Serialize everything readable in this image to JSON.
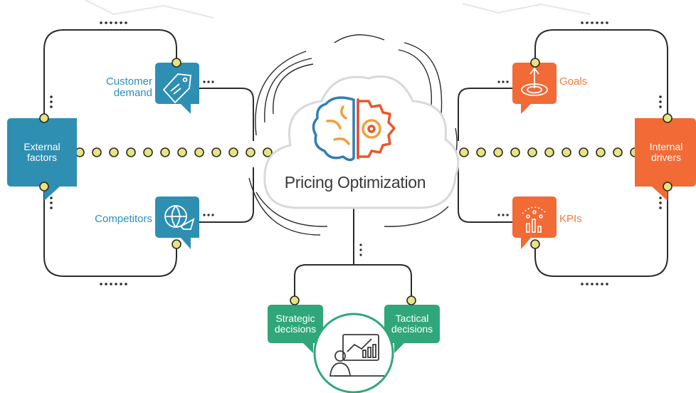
{
  "center": {
    "title": "Pricing Optimization",
    "icon": "brain-gear-icon"
  },
  "left_hub": {
    "label_line1": "External",
    "label_line2": "factors",
    "color": "#2e8fb3"
  },
  "right_hub": {
    "label_line1": "Internal",
    "label_line2": "drivers",
    "color": "#f26a35"
  },
  "left_items": [
    {
      "label_line1": "Customer",
      "label_line2": "demand",
      "icon": "price-tag-icon"
    },
    {
      "label_line1": "Competitors",
      "label_line2": "",
      "icon": "globe-plane-icon"
    }
  ],
  "right_items": [
    {
      "label_line1": "Goals",
      "icon": "target-icon"
    },
    {
      "label_line1": "KPIs",
      "icon": "kpi-chart-icon"
    }
  ],
  "bottom_items": [
    {
      "label_line1": "Strategic",
      "label_line2": "decisions"
    },
    {
      "label_line1": "Tactical",
      "label_line2": "decisions"
    }
  ],
  "bottom_icon": "analyst-dashboard-icon",
  "colors": {
    "blue": "#2e8fb3",
    "orange": "#f26a35",
    "green": "#2fa77b",
    "dot": "#e6e27a",
    "line": "#2b2b2b"
  }
}
